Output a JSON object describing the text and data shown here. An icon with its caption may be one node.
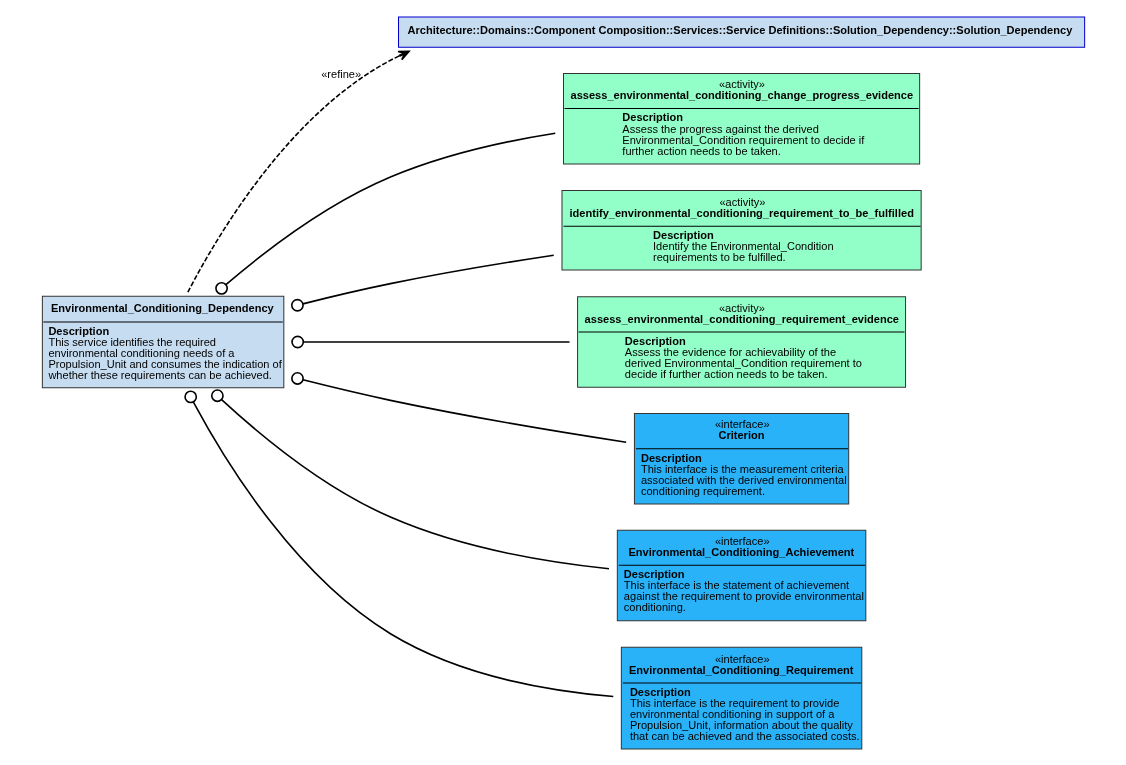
{
  "diagram": {
    "nodes": [
      {
        "text": [
          "Architecture::Domains::Component Composition::Services::Service Definitions::Solution_Dependency::Solution_Dependency"
        ]
      },
      {
        "text": [
          "Environmental_Conditioning_Dependency",
          "Description",
          "This service identifies the required environmental conditioning needs of a Propulsion_Unit and consumes the indication of whether these requirements can be achieved."
        ]
      },
      {
        "text": [
          "«activity»",
          "assess_environmental_conditioning_change_progress_evidence",
          "Description",
          "Assess the progress against the derived Environmental_Condition requirement to decide if further action needs to be taken."
        ]
      },
      {
        "text": [
          "«activity»",
          "identify_environmental_conditioning_requirement_to_be_fulfilled",
          "Description",
          "Identify the Environmental_Condition requirements to be fulfilled."
        ]
      },
      {
        "text": [
          "«activity»",
          "assess_environmental_conditioning_requirement_evidence",
          "Description",
          "Assess the evidence for achievability of the derived Environmental_Condition requirement to decide if further action needs to be taken."
        ]
      },
      {
        "text": [
          "«interface»",
          "Criterion",
          "Description",
          "This interface is the measurement criteria associated with the derived environmental conditioning requirement."
        ]
      },
      {
        "text": [
          "«interface»",
          "Environmental_Conditioning_Achievement",
          "Description",
          "This interface is the statement of achievement against the requirement to provide environmental conditioning."
        ]
      },
      {
        "text": [
          "«interface»",
          "Environmental_Conditioning_Requirement",
          "Description",
          "This interface is the requirement to provide environmental conditioning in support of a Propulsion_Unit, information about the quality that can be achieved and the associated costs."
        ]
      }
    ],
    "edges": [
      {
        "from": 1,
        "to": 0,
        "arrow": "to",
        "label": "«refine»",
        "style": "dashed"
      },
      {
        "from": 1,
        "to": 2,
        "arrow": "other"
      },
      {
        "from": 1,
        "to": 3,
        "arrow": "other"
      },
      {
        "from": 1,
        "to": 4,
        "arrow": "other"
      },
      {
        "from": 1,
        "to": 5,
        "arrow": "other"
      },
      {
        "from": 1,
        "to": 6,
        "arrow": "other"
      },
      {
        "from": 1,
        "to": 7,
        "arrow": "other"
      }
    ]
  }
}
